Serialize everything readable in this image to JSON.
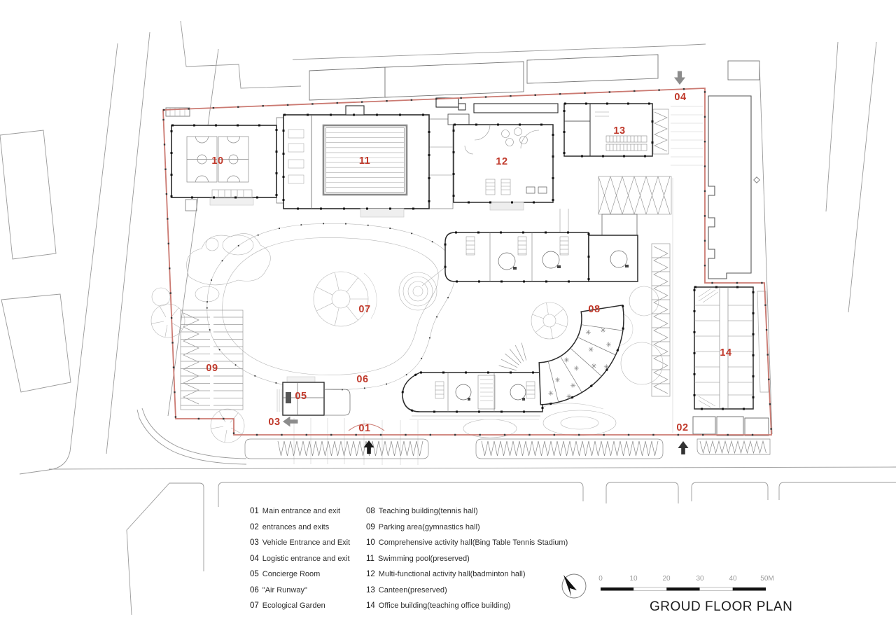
{
  "title": "GROUD FLOOR PLAN",
  "plan_labels": [
    "01",
    "02",
    "03",
    "04",
    "05",
    "06",
    "07",
    "08",
    "09",
    "10",
    "11",
    "12",
    "13",
    "14"
  ],
  "legend": {
    "items": [
      {
        "num": "01",
        "text": "Main entrance and exit"
      },
      {
        "num": "02",
        "text": "entrances and exits"
      },
      {
        "num": "03",
        "text": "Vehicle Entrance and Exit"
      },
      {
        "num": "04",
        "text": "Logistic entrance and exit"
      },
      {
        "num": "05",
        "text": "Concierge Room"
      },
      {
        "num": "06",
        "text": "\"Air Runway\""
      },
      {
        "num": "07",
        "text": "Ecological Garden"
      },
      {
        "num": "08",
        "text": "Teaching building(tennis hall)"
      },
      {
        "num": "09",
        "text": "Parking area(gymnastics hall)"
      },
      {
        "num": "10",
        "text": "Comprehensive activity hall(Bing Table Tennis Stadium)"
      },
      {
        "num": "11",
        "text": "Swimming pool(preserved)"
      },
      {
        "num": "12",
        "text": "Multi-functional activity hall(badminton hall)"
      },
      {
        "num": "13",
        "text": "Canteen(preserved)"
      },
      {
        "num": "14",
        "text": "Office building(teaching office building)"
      }
    ]
  },
  "scale_bar": {
    "ticks": [
      "0",
      "10",
      "20",
      "30",
      "40",
      "50M"
    ]
  },
  "colors": {
    "boundary_red": "#cb7a72",
    "label_red": "#c0392b",
    "arrow_gray": "#8c8c8c",
    "arrow_black": "#1a1a1a"
  }
}
